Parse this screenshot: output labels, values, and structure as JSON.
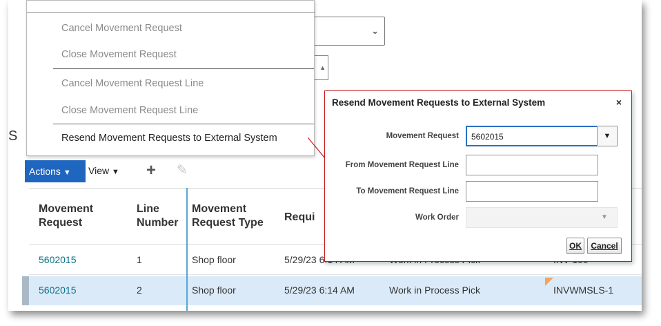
{
  "menu": {
    "items": [
      {
        "label": "Cancel Movement Request",
        "enabled": false
      },
      {
        "label": "Close Movement Request",
        "enabled": false
      },
      {
        "label": "Cancel Movement Request Line",
        "enabled": false
      },
      {
        "label": "Close Movement Request Line",
        "enabled": false
      },
      {
        "label": "Resend Movement Requests to External System",
        "enabled": true
      }
    ]
  },
  "section": {
    "title_fragment": "S"
  },
  "toolbar": {
    "actions_label": "Actions",
    "view_label": "View",
    "icons": [
      "plus-icon",
      "pencil-icon"
    ],
    "accent_color": "#1f66c0"
  },
  "table": {
    "columns": [
      {
        "label": "Movement Request"
      },
      {
        "label": "Line Number"
      },
      {
        "label": "Movement Request Type"
      },
      {
        "label": "Requi"
      }
    ],
    "rows": [
      {
        "movement_request": "5602015",
        "line_number": "1",
        "type": "Shop floor",
        "required_date": "5/29/23 6:14 AM",
        "source": "Work in Process Pick",
        "subinventory": "INV-100"
      },
      {
        "movement_request": "5602015",
        "line_number": "2",
        "type": "Shop floor",
        "required_date": "5/29/23 6:14 AM",
        "source": "Work in Process Pick",
        "subinventory": "INVWMSLS-1"
      }
    ],
    "selected_row_color": "#dbeaf9",
    "link_color": "#0c6f86"
  },
  "dialog": {
    "title": "Resend Movement Requests to External System",
    "close_symbol": "×",
    "fields": {
      "movement_request": {
        "label": "Movement Request",
        "value": "5602015"
      },
      "from_line": {
        "label": "From Movement Request Line",
        "value": ""
      },
      "to_line": {
        "label": "To Movement Request Line",
        "value": ""
      },
      "work_order": {
        "label": "Work Order",
        "value": ""
      }
    },
    "ok_label": "OK",
    "cancel_label": "Cancel",
    "border_color": "#c5151b"
  }
}
